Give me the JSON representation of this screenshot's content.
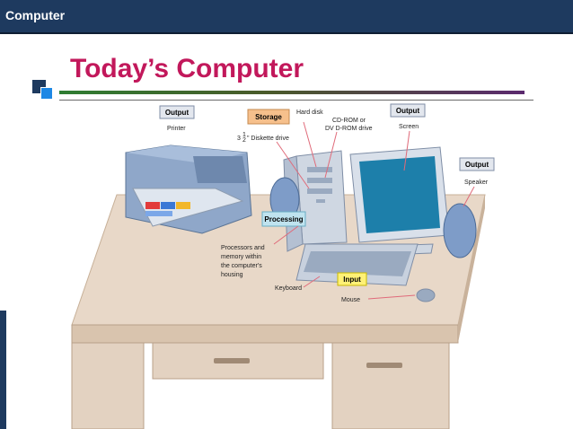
{
  "header": {
    "title": "Computer"
  },
  "slide": {
    "title": "Today’s Computer"
  },
  "diagram": {
    "printer": {
      "tag": "Output",
      "caption": "Printer"
    },
    "storage": {
      "tag": "Storage",
      "hard_disk": "Hard disk",
      "cdrom_line1": "CD-ROM or",
      "cdrom_line2": "DV D-ROM drive",
      "diskette_prefix": "3",
      "diskette_num": "1",
      "diskette_den": "2",
      "diskette_suffix": "\" Diskette drive"
    },
    "screen": {
      "tag": "Output",
      "caption": "Screen"
    },
    "speaker": {
      "tag": "Output",
      "caption": "Speaker"
    },
    "processing": {
      "tag": "Processing",
      "line1": "Processors and",
      "line2": "memory within",
      "line3": "the computer's",
      "line4": "housing"
    },
    "keyboard": {
      "caption": "Keyboard"
    },
    "input": {
      "tag": "Input"
    },
    "mouse": {
      "caption": "Mouse"
    }
  },
  "colors": {
    "header": "#1e3a5f",
    "title": "#c2185b",
    "storage_tag": "#f6c08c",
    "processing_tag": "#bfe3ef",
    "input_tag": "#fff176",
    "output_tag": "#e3e7ee",
    "desk_top": "#e8d8c8",
    "desk_front": "#d9c4ae",
    "device_blue": "#7f9fc4"
  }
}
